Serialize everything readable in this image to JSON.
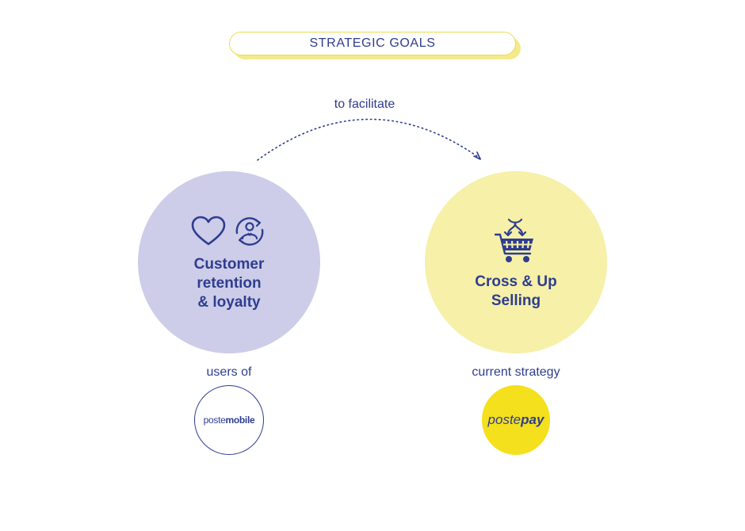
{
  "header": {
    "title": "STRATEGIC GOALS"
  },
  "connector": {
    "label": "to facilitate"
  },
  "left_goal": {
    "title_lines": [
      "Customer",
      "retention",
      "& loyalty"
    ],
    "icons": [
      "heart-icon",
      "customer-cycle-icon"
    ],
    "caption": "users of",
    "logo": {
      "prefix": "poste",
      "suffix": "mobile"
    }
  },
  "right_goal": {
    "title_lines": [
      "Cross & Up",
      "Selling"
    ],
    "icons": [
      "shopping-cart-icon"
    ],
    "caption": "current strategy",
    "logo": {
      "prefix": "poste",
      "suffix": "pay"
    }
  },
  "colors": {
    "text": "#2e3d8f",
    "left_circle": "#cdcde9",
    "right_circle": "#f6f0a8",
    "accent_yellow": "#f4e01c",
    "pill_shadow": "#f4ea8c"
  }
}
